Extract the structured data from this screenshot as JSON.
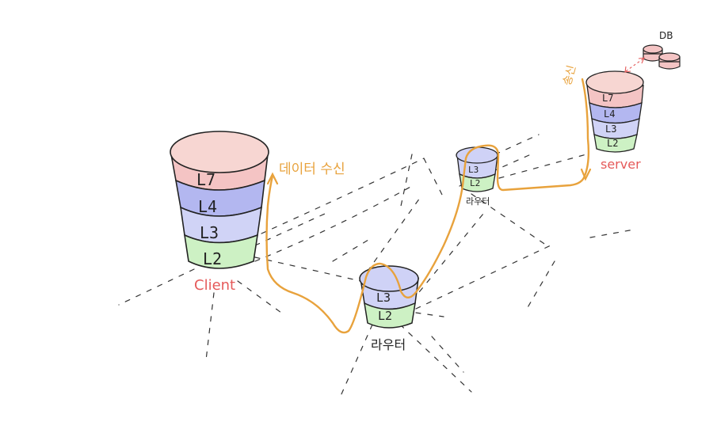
{
  "colors": {
    "l7": "#f4c4c4",
    "l4": "#b3b7f0",
    "l3": "#d0d3f6",
    "l2": "#cdf1c4",
    "top_fill": "#f7d6d2",
    "router_top": "#cfd2f6",
    "path": "#e8a23c",
    "label_red": "#e55a5a",
    "outline": "#222222",
    "dash": "#333333"
  },
  "client": {
    "label": "Client",
    "layers": [
      "L7",
      "L4",
      "L3",
      "L2"
    ]
  },
  "router_center": {
    "label": "라우터",
    "layers": [
      "L3",
      "L2"
    ]
  },
  "router_right": {
    "label": "라우터",
    "layers": [
      "L3",
      "L2"
    ]
  },
  "server": {
    "label": "server",
    "layers": [
      "L7",
      "L4",
      "L3",
      "L2"
    ]
  },
  "db": {
    "label": "DB"
  },
  "annotations": {
    "receive": "데이터 수신",
    "send": "송신"
  }
}
